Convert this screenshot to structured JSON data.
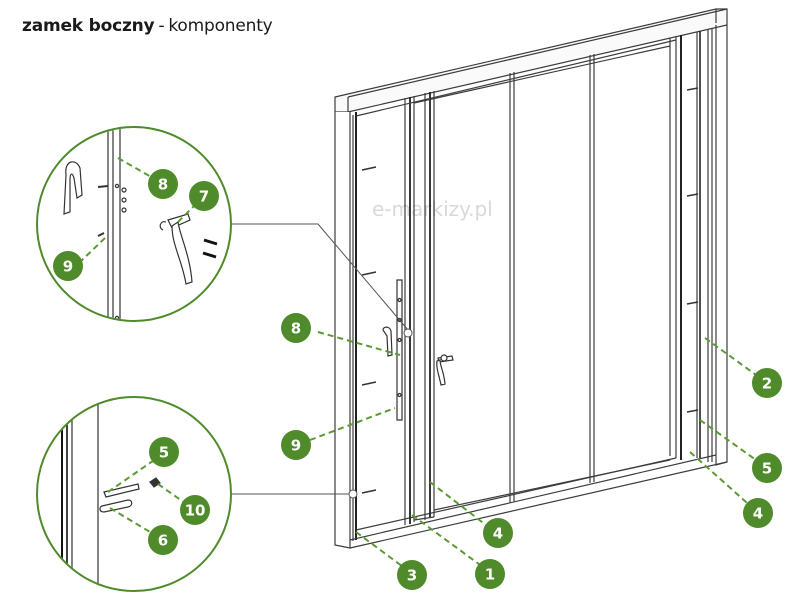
{
  "title": {
    "bold": "zamek boczny",
    "separator": "-",
    "rest": "komponenty"
  },
  "watermark": "e-markizy.pl",
  "colors": {
    "accent": "#4f8a2b",
    "line": "#3c3c3c",
    "leader": "#5a9a35"
  },
  "callouts": [
    {
      "id": "8",
      "label": "8",
      "name": "callout-8-detail"
    },
    {
      "id": "7",
      "label": "7",
      "name": "callout-7-detail"
    },
    {
      "id": "9",
      "label": "9",
      "name": "callout-9-detail"
    },
    {
      "id": "8b",
      "label": "8",
      "name": "callout-8-main"
    },
    {
      "id": "9b",
      "label": "9",
      "name": "callout-9-main"
    },
    {
      "id": "2",
      "label": "2",
      "name": "callout-2"
    },
    {
      "id": "5",
      "label": "5",
      "name": "callout-5-detail"
    },
    {
      "id": "10",
      "label": "10",
      "name": "callout-10-detail"
    },
    {
      "id": "6",
      "label": "6",
      "name": "callout-6-detail"
    },
    {
      "id": "5b",
      "label": "5",
      "name": "callout-5-main"
    },
    {
      "id": "4",
      "label": "4",
      "name": "callout-4-right"
    },
    {
      "id": "4b",
      "label": "4",
      "name": "callout-4-center"
    },
    {
      "id": "1",
      "label": "1",
      "name": "callout-1"
    },
    {
      "id": "3",
      "label": "3",
      "name": "callout-3"
    }
  ]
}
